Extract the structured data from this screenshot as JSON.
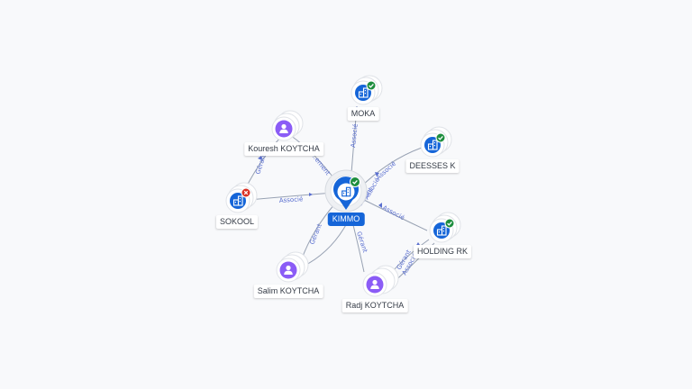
{
  "graph": {
    "center": {
      "label": "KIMMO",
      "type": "company",
      "status": "active"
    },
    "nodes": [
      {
        "id": "moka",
        "label": "MOKA",
        "type": "company",
        "status": "active"
      },
      {
        "id": "kouresh",
        "label": "Kouresh KOYTCHA",
        "type": "person"
      },
      {
        "id": "deesses",
        "label": "DEESSES K",
        "type": "company",
        "status": "active"
      },
      {
        "id": "sokool",
        "label": "SOKOOL",
        "type": "company",
        "status": "closed"
      },
      {
        "id": "holding",
        "label": "HOLDING RK",
        "type": "company",
        "status": "active"
      },
      {
        "id": "salim",
        "label": "Salim KOYTCHA",
        "type": "person"
      },
      {
        "id": "radj",
        "label": "Radj KOYTCHA",
        "type": "person"
      }
    ],
    "edges": [
      {
        "label": "Associé"
      },
      {
        "label": "Gérant"
      },
      {
        "label": "...ement"
      },
      {
        "label": "Associé"
      },
      {
        "label": "Associé"
      },
      {
        "label": "Associé"
      },
      {
        "label": "Gérant"
      },
      {
        "label": "Gérant"
      },
      {
        "label": "Gérant"
      },
      {
        "label": "Gérant"
      },
      {
        "label": "Associé"
      },
      {
        "label": "Associé"
      }
    ],
    "colors": {
      "company": "#1565d8",
      "person": "#8b5cf6",
      "active": "#1e8e3e",
      "closed": "#d93025"
    },
    "icons": {
      "company": "building-icon",
      "person": "person-icon",
      "active": "check-badge-icon",
      "closed": "cross-badge-icon"
    }
  }
}
